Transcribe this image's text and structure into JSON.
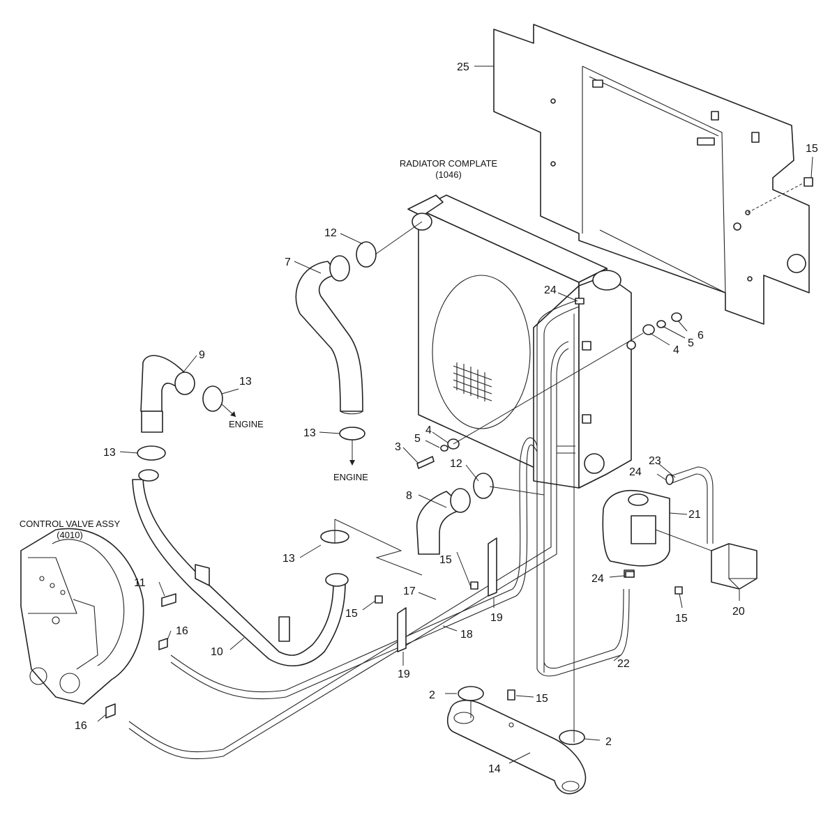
{
  "captions": {
    "radiator": "RADIATOR COMPLATE",
    "radiator_ref": "(1046)",
    "control_valve": "CONTROL VALVE ASSY",
    "control_valve_ref": "(4010)",
    "engine_1": "ENGINE",
    "engine_2": "ENGINE"
  },
  "callouts": {
    "c25": "25",
    "c15a": "15",
    "c24a": "24",
    "c12a": "12",
    "c7": "7",
    "c6": "6",
    "c5a": "5",
    "c4a": "4",
    "c9": "9",
    "c13a": "13",
    "c13b": "13",
    "c13c": "13",
    "c4b": "4",
    "c5b": "5",
    "c3": "3",
    "c12b": "12",
    "c23": "23",
    "c24b": "24",
    "c8": "8",
    "c21": "21",
    "c15b": "15",
    "c13d": "13",
    "c11": "11",
    "c17": "17",
    "c24c": "24",
    "c15c": "15",
    "c19a": "19",
    "c16a": "16",
    "c18": "18",
    "c20": "20",
    "c15d": "15",
    "c10": "10",
    "c19b": "19",
    "c22": "22",
    "c2a": "2",
    "c15e": "15",
    "c16b": "16",
    "c2b": "2",
    "c14": "14"
  }
}
